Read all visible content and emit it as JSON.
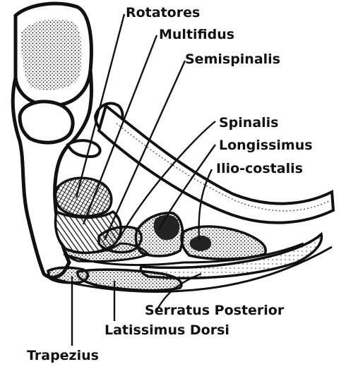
{
  "labels": {
    "rotatores": "Rotatores",
    "multifidus": "Multifidus",
    "semispinalis": "Semispinalis",
    "spinalis": "Spinalis",
    "longissimus": "Longissimus",
    "ilio_costalis": "Ilio-costalis",
    "serratus_posterior": "Serratus Posterior",
    "latissimus_dorsi": "Latissimus Dorsi",
    "trapezius": "Trapezius"
  }
}
